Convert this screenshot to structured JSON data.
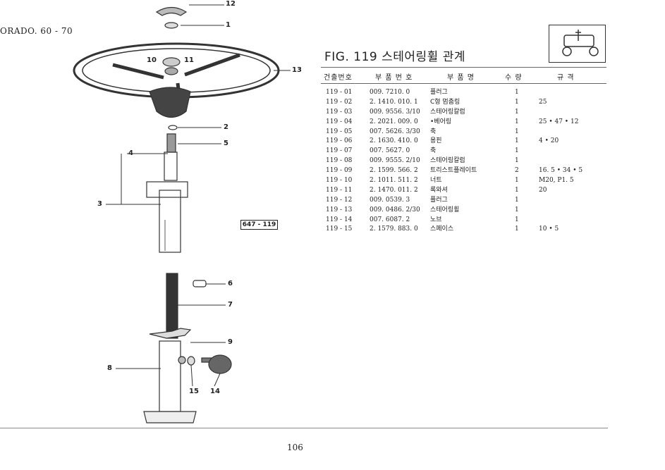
{
  "header": {
    "model_text": "ORADO. 60 - 70",
    "figure_title": "FIG. 119 스테어링휠 관계",
    "figure_ref": "647 - 119"
  },
  "table": {
    "columns": [
      "건출번호",
      "부 품 번 호",
      "부 품 명",
      "수 량",
      "규 격"
    ],
    "rows": [
      {
        "no": "119 - 01",
        "part": "009. 7210. 0",
        "name": "플러그",
        "qty": "1",
        "spec": ""
      },
      {
        "no": "119 - 02",
        "part": "2. 1410. 010. 1",
        "name": "C형 멈춤링",
        "qty": "1",
        "spec": "25"
      },
      {
        "no": "119 - 03",
        "part": "009. 9556. 3/10",
        "name": "스테어링칼럼",
        "qty": "1",
        "spec": ""
      },
      {
        "no": "119 - 04",
        "part": "2. 2021. 009. 0",
        "name": "•베어링",
        "qty": "1",
        "spec": "25 • 47 • 12"
      },
      {
        "no": "119 - 05",
        "part": "007. 5626. 3/30",
        "name": "축",
        "qty": "1",
        "spec": ""
      },
      {
        "no": "119 - 06",
        "part": "2. 1630. 410. 0",
        "name": "용핀",
        "qty": "1",
        "spec": "4 • 20"
      },
      {
        "no": "119 - 07",
        "part": "007. 5627. 0",
        "name": "축",
        "qty": "1",
        "spec": ""
      },
      {
        "no": "119 - 08",
        "part": "009. 9555. 2/10",
        "name": "스테어링칼럼",
        "qty": "1",
        "spec": ""
      },
      {
        "no": "119 - 09",
        "part": "2. 1599. 566. 2",
        "name": "트리스트플레이트",
        "qty": "2",
        "spec": "16. 5 • 34 • 5"
      },
      {
        "no": "119 - 10",
        "part": "2. 1011. 511. 2",
        "name": "너트",
        "qty": "1",
        "spec": "M20,  P1. 5"
      },
      {
        "no": "119 - 11",
        "part": "2. 1470. 011. 2",
        "name": "록와셔",
        "qty": "1",
        "spec": "20"
      },
      {
        "no": "119 - 12",
        "part": "009. 0539. 3",
        "name": "플러그",
        "qty": "1",
        "spec": ""
      },
      {
        "no": "119 - 13",
        "part": "009. 0486. 2/30",
        "name": "스테어링휠",
        "qty": "1",
        "spec": ""
      },
      {
        "no": "119 - 14",
        "part": "007. 6087. 2",
        "name": "노브",
        "qty": "1",
        "spec": ""
      },
      {
        "no": "119 - 15",
        "part": "2. 1579. 883. 0",
        "name": "스페이스",
        "qty": "1",
        "spec": "10 • 5"
      }
    ]
  },
  "callouts": {
    "c12": "12",
    "c1": "1",
    "c10": "10",
    "c11": "11",
    "c13": "13",
    "c2": "2",
    "c5": "5",
    "c4": "4",
    "c3": "3",
    "c6": "6",
    "c7": "7",
    "c9": "9",
    "c8": "8",
    "c15": "15",
    "c14": "14"
  },
  "footer": {
    "page_number": "106"
  }
}
